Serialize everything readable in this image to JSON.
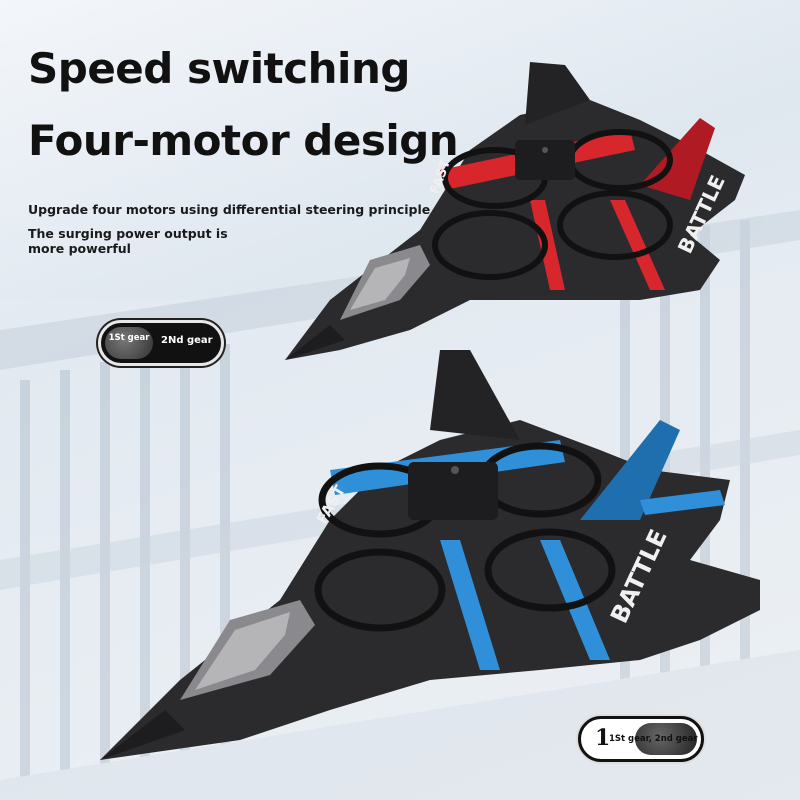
{
  "headline": {
    "line1": "Speed switching",
    "line2": "Four-motor design"
  },
  "body": {
    "line1": "Upgrade four motors using differential steering principle",
    "line2": "The surging power output is more powerful"
  },
  "gear_toggle_top": {
    "knob_label": "1St gear",
    "side_label": "2Nd gear"
  },
  "gear_toggle_bottom": {
    "label": "1St gear, 2nd gear"
  },
  "decals": {
    "fast": "FAST",
    "battle": "BATTLE"
  },
  "colors": {
    "top_plane_accent": "#d8262d",
    "bottom_plane_accent": "#2f8fd8",
    "plane_body": "#2b2b2e"
  }
}
